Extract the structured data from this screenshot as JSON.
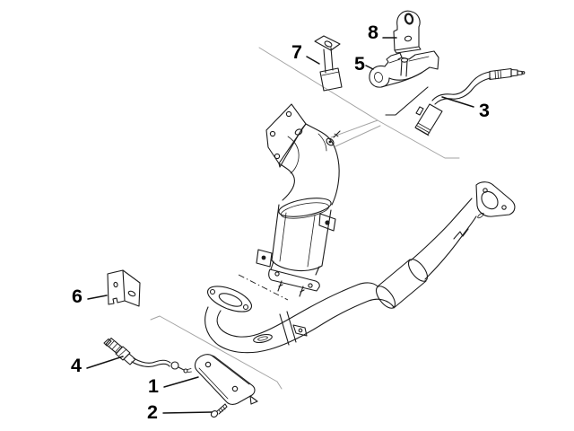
{
  "diagram": {
    "background_color": "#ffffff",
    "line_color": "#1c1c1c",
    "faint_line_color": "#a3a3a3",
    "callout_color": "#000000",
    "callouts": [
      {
        "label": "1"
      },
      {
        "label": "2"
      },
      {
        "label": "3"
      },
      {
        "label": "4"
      },
      {
        "label": "5"
      },
      {
        "label": "6"
      },
      {
        "label": "7"
      },
      {
        "label": "8"
      }
    ]
  }
}
